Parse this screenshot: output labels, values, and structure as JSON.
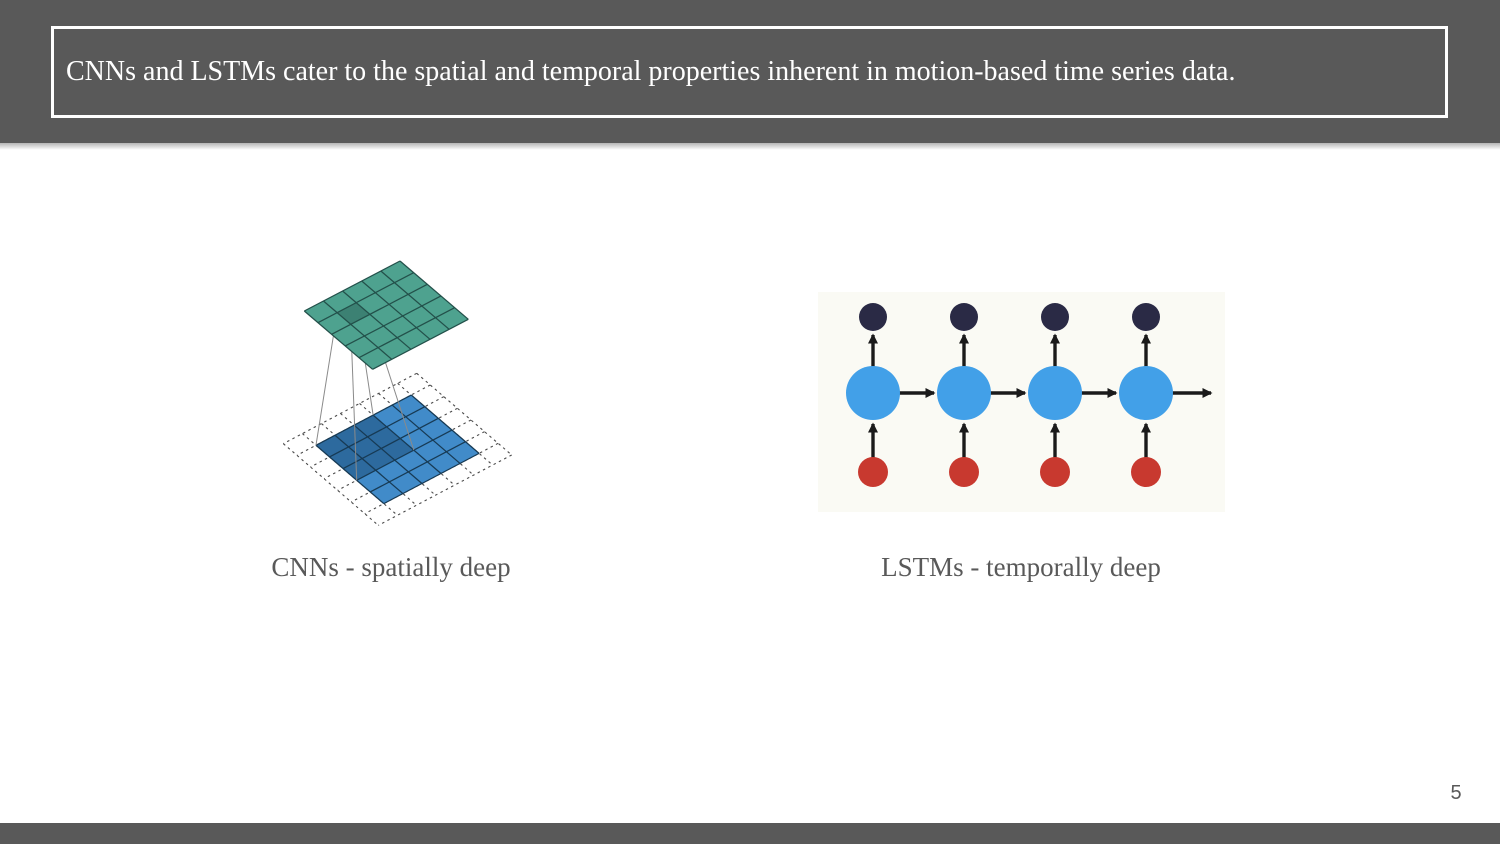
{
  "slide": {
    "title": "CNNs and LSTMs cater to the spatial and temporal properties inherent in motion-based time series data.",
    "page_number": "5",
    "colors": {
      "background": "#FFFFFF",
      "banner": "#595959",
      "title_text": "#FFFFFF",
      "caption_text": "#595959"
    }
  },
  "figures": {
    "cnn": {
      "caption": "CNNs - spatially deep",
      "type": "convolution-diagram",
      "output_grid": {
        "rows": 5,
        "cols": 5,
        "fill": "#4EA28F",
        "active_fill": "#3C8173",
        "line_color": "#23504A",
        "active_cell": {
          "i": 3,
          "j": 1
        }
      },
      "input_grid": {
        "rows": 5,
        "cols": 5,
        "padding": 1,
        "fill": "#418BC9",
        "window_fill": "#2D6A9E",
        "line_color": "#173A54",
        "dashed_color": "#4A4A4A",
        "window": {
          "i": 3,
          "j": 1,
          "size": 3
        }
      },
      "projection_line_color": "#8A8A8A"
    },
    "lstm": {
      "caption": "LSTMs - temporally deep",
      "type": "recurrent-chain",
      "steps": 4,
      "colors": {
        "state_node": "#42A0E8",
        "output_node": "#2A2A45",
        "input_node": "#C8392F",
        "arrow": "#1A1A1A",
        "background": "#FAFAF4"
      }
    }
  }
}
